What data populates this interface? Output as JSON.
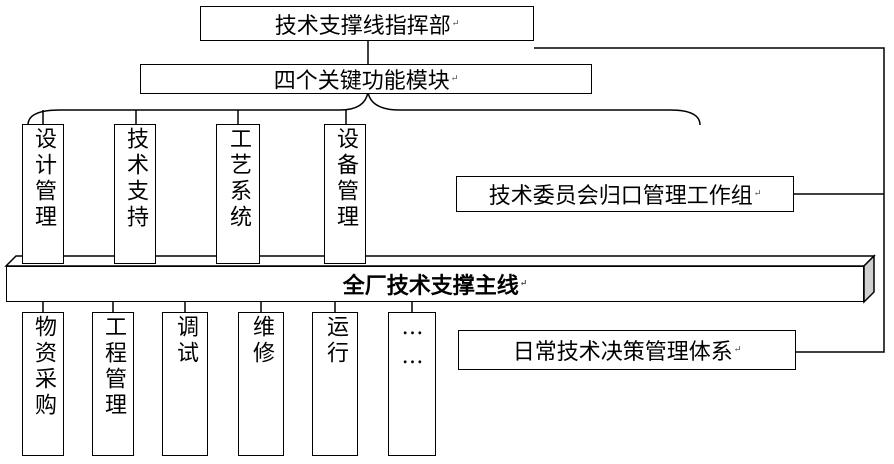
{
  "top_box": "技术支撑线指挥部",
  "modules_box": "四个关键功能模块",
  "upper_items": [
    "设计管理",
    "技术支持",
    "工艺系统",
    "设备管理"
  ],
  "main_bar": "全厂技术支撑主线",
  "lower_items": [
    "物资采购",
    "工程管理",
    "调试",
    "维修",
    "运行",
    "……"
  ],
  "committee_box": "技术委员会归口管理工作组",
  "decision_box": "日常技术决策管理体系",
  "para_mark": "↵"
}
